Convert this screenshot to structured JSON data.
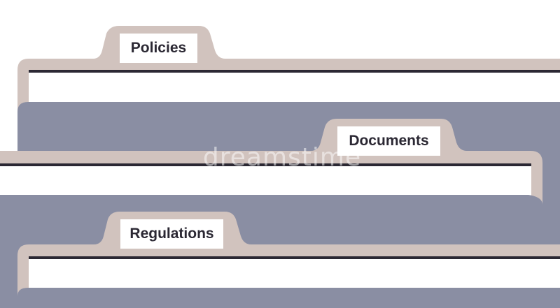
{
  "tabs": [
    {
      "label": "Policies"
    },
    {
      "label": "Documents"
    },
    {
      "label": "Regulations"
    }
  ],
  "watermark": "dreamstime",
  "colors": {
    "folder_beige": "#d1c3be",
    "folder_slate": "#8a8ea3",
    "divider_line": "#2b2833",
    "label_bg": "#ffffff"
  }
}
